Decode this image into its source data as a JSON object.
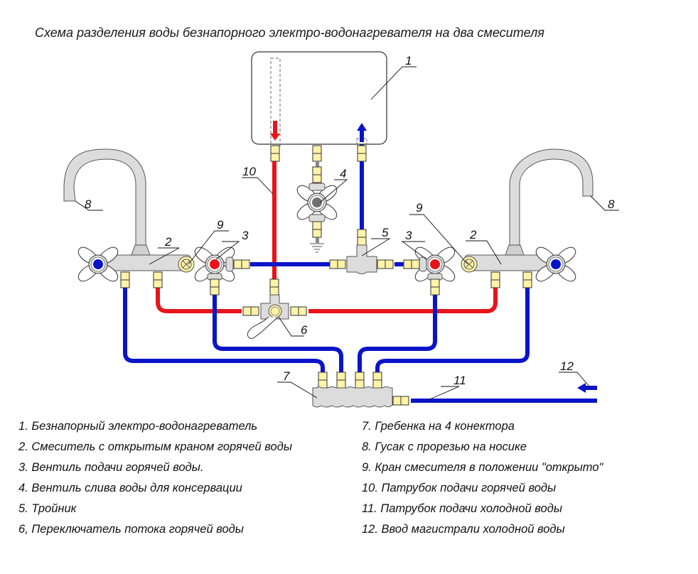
{
  "title": "Схема разделения воды безнапорного электро-водонагревателя на два смесителя",
  "colors": {
    "hot_pipe": "#e8141a",
    "cold_pipe": "#0a14c8",
    "fitting": "#fff3a8",
    "body_gray": "#dcdcdc",
    "hot_handle": "#e8141a",
    "cold_handle": "#0a14c8",
    "drain_handle": "#707070"
  },
  "callouts": {
    "c1": "1",
    "c2a": "2",
    "c2b": "2",
    "c3a": "3",
    "c3b": "3",
    "c4": "4",
    "c5": "5",
    "c6": "6",
    "c7": "7",
    "c8a": "8",
    "c8b": "8",
    "c9a": "9",
    "c9b": "9",
    "c10": "10",
    "c11": "11",
    "c12": "12"
  },
  "legend": {
    "left": [
      "1.  Безнапорный электро-водонагреватель",
      "2. Смеситель с открытым краном горячей воды",
      "3. Вентиль подачи горячей воды.",
      "4. Вентиль слива воды для консервации",
      "5. Тройник",
      "6, Переключатель потока горячей воды"
    ],
    "right": [
      "7. Гребенка на 4 конектора",
      "8. Гусак с прорезью на носике",
      "9. Кран смесителя в положении \"открыто\"",
      "10. Патрубок подачи горячей воды",
      "11. Патрубок подачи холодной воды",
      "12. Ввод магистрали холодной воды"
    ]
  }
}
